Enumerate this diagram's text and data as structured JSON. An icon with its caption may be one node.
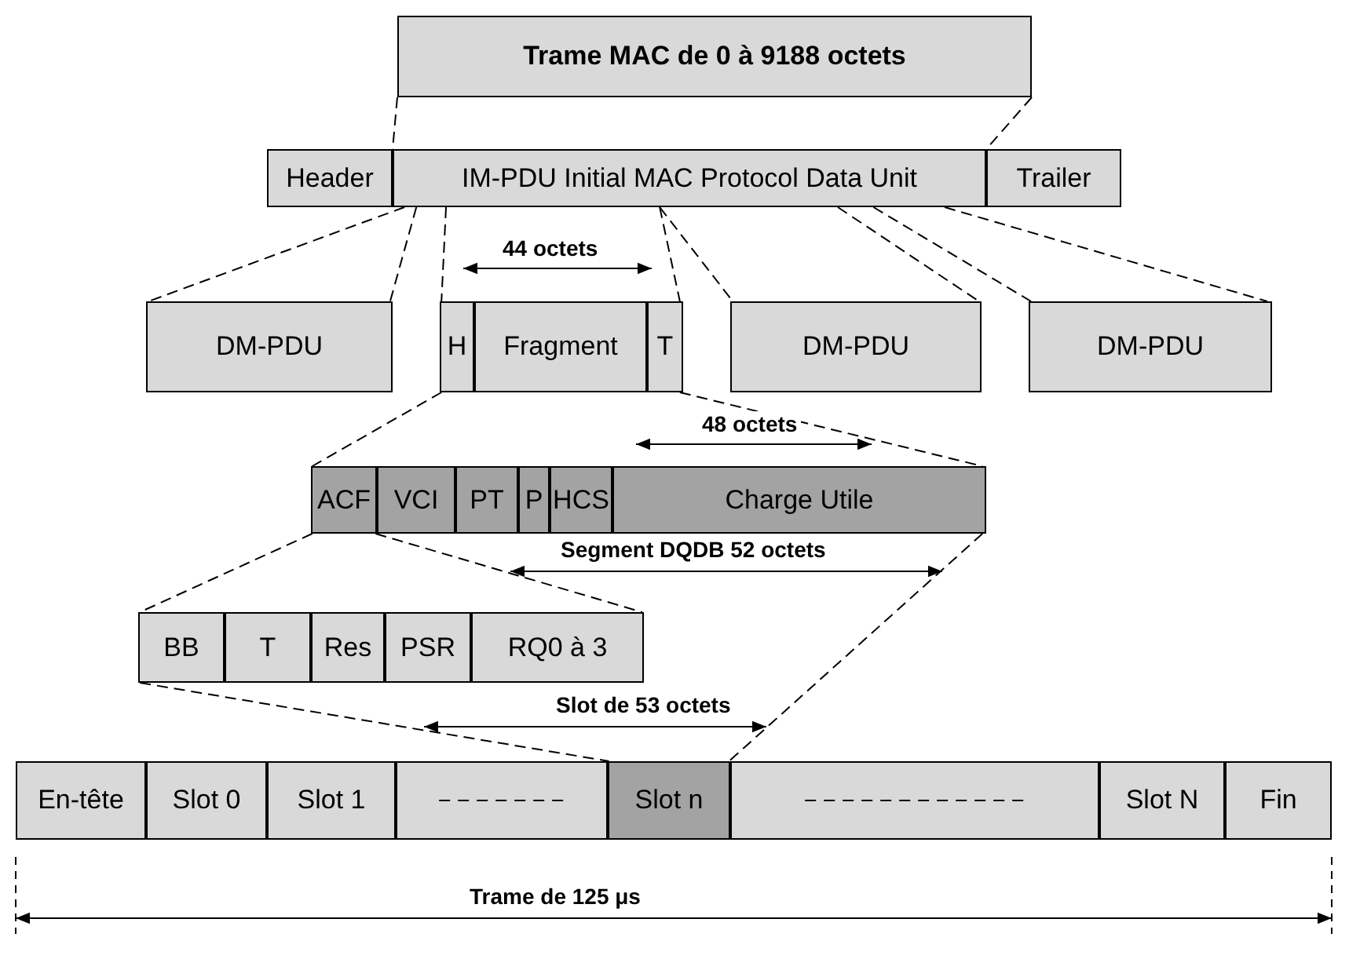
{
  "diagram": {
    "nodes": [
      {
        "text": [
          "Trame MAC de 0 à 9188 octets"
        ]
      },
      {
        "text": [
          "Header"
        ]
      },
      {
        "text": [
          "IM-PDU Initial MAC Protocol Data Unit"
        ]
      },
      {
        "text": [
          "Trailer"
        ]
      },
      {
        "text": [
          "DM-PDU"
        ]
      },
      {
        "text": [
          "H"
        ]
      },
      {
        "text": [
          "Fragment"
        ]
      },
      {
        "text": [
          "T"
        ]
      },
      {
        "text": [
          "DM-PDU"
        ]
      },
      {
        "text": [
          "DM-PDU"
        ]
      },
      {
        "text": [
          "ACF"
        ]
      },
      {
        "text": [
          "VCI"
        ]
      },
      {
        "text": [
          "PT"
        ]
      },
      {
        "text": [
          "P"
        ]
      },
      {
        "text": [
          "HCS"
        ]
      },
      {
        "text": [
          "Charge Utile"
        ]
      },
      {
        "text": [
          "BB"
        ]
      },
      {
        "text": [
          "T"
        ]
      },
      {
        "text": [
          "Res"
        ]
      },
      {
        "text": [
          "PSR"
        ]
      },
      {
        "text": [
          "RQ0 à 3"
        ]
      },
      {
        "text": [
          "En-tête"
        ]
      },
      {
        "text": [
          "Slot 0"
        ]
      },
      {
        "text": [
          "Slot 1"
        ]
      },
      {
        "text": [],
        "shape": "box"
      },
      {
        "text": [
          "Slot n"
        ]
      },
      {
        "text": [],
        "shape": "box"
      },
      {
        "text": [
          "Slot N"
        ]
      },
      {
        "text": [
          "Fin"
        ]
      }
    ],
    "edges": [
      {
        "from": 0,
        "to": 2,
        "arrow": "none",
        "style": "dashed"
      },
      {
        "from": 0,
        "to": 2,
        "arrow": "none",
        "style": "dashed"
      },
      {
        "from": 2,
        "to": 4,
        "arrow": "none",
        "style": "dashed"
      },
      {
        "from": 2,
        "to": 4,
        "arrow": "none",
        "style": "dashed"
      },
      {
        "from": 2,
        "to": 5,
        "arrow": "none",
        "style": "dashed"
      },
      {
        "from": 2,
        "to": 7,
        "arrow": "none",
        "style": "dashed"
      },
      {
        "from": 2,
        "to": 8,
        "arrow": "none",
        "style": "dashed"
      },
      {
        "from": 2,
        "to": 8,
        "arrow": "none",
        "style": "dashed"
      },
      {
        "from": 2,
        "to": 9,
        "arrow": "none",
        "style": "dashed"
      },
      {
        "from": 2,
        "to": 9,
        "arrow": "none",
        "style": "dashed"
      },
      {
        "from": 5,
        "to": 10,
        "arrow": "none",
        "style": "dashed"
      },
      {
        "from": 7,
        "to": 15,
        "arrow": "none",
        "style": "dashed"
      },
      {
        "from": 10,
        "to": 16,
        "arrow": "none",
        "style": "dashed"
      },
      {
        "from": 10,
        "to": 20,
        "arrow": "none",
        "style": "dashed"
      },
      {
        "from": 16,
        "to": 25,
        "arrow": "none",
        "style": "dashed"
      },
      {
        "from": 15,
        "to": 25,
        "arrow": "none",
        "style": "dashed"
      }
    ],
    "labels": [
      "44 octets",
      "48 octets",
      "Segment DQDB 52 octets",
      "Slot de 53 octets",
      "Trame de 125 μs"
    ]
  }
}
